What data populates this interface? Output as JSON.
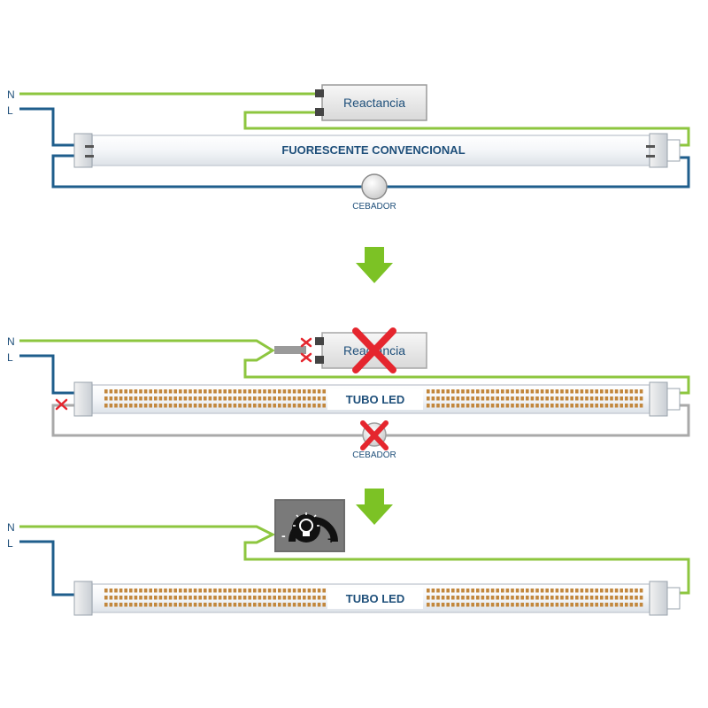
{
  "colors": {
    "neutral": "#8dc63f",
    "live": "#1f5e8c",
    "removed_wire": "#a9a9a9",
    "arrow": "#7cc225",
    "cross": "#e5262e",
    "tube_border": "#c8ced6",
    "led_chip": "#c2873d",
    "text": "#1e4f7a"
  },
  "wire_labels": {
    "neutral": "N",
    "live": "L"
  },
  "section_conventional": {
    "ballast_label": "Reactancia",
    "tube_label": "FUORESCENTE CONVENCIONAL",
    "starter_label": "CEBADOR"
  },
  "section_intermediate": {
    "ballast_label": "Reactancia",
    "tube_label": "TUBO LED",
    "starter_label": "CEBADOR"
  },
  "section_final": {
    "tube_label": "TUBO LED",
    "dimmer_icon": "dimmer-bulb-icon",
    "dimmer_minus": "-",
    "dimmer_plus": "+"
  }
}
